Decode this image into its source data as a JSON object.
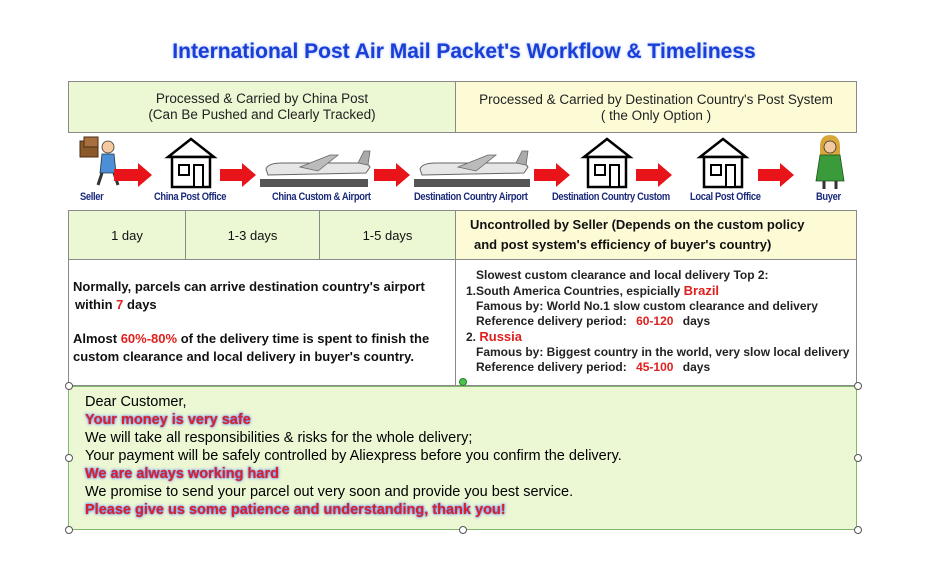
{
  "title": "International Post Air Mail Packet's Workflow & Timeliness",
  "header": {
    "left_line1": "Processed & Carried by China Post",
    "left_line2": "(Can Be Pushed and Clearly Tracked)",
    "right_line1": "Processed & Carried by Destination Country's Post System",
    "right_line2": "( the Only Option )"
  },
  "flow": {
    "steps": [
      "Seller",
      "China Post Office",
      "China Custom & Airport",
      "Destination Country Airport",
      "Destination Country Custom",
      "Local Post Office",
      "Buyer"
    ],
    "arrow_color": "#e8141a"
  },
  "timeline": {
    "d1": "1 day",
    "d2": "1-3 days",
    "d3": "1-5 days",
    "uncontrolled_line1": "Uncontrolled by Seller (Depends on the custom policy",
    "uncontrolled_line2": "and post system's efficiency of buyer's country)"
  },
  "left_info": {
    "p1_a": "Normally, parcels can arrive destination country's airport",
    "p1_b": "within",
    "p1_num": "7",
    "p1_c": "days",
    "p2_a": "Almost",
    "p2_pct": "60%-80%",
    "p2_b": "of the delivery time is spent to finish the",
    "p2_c": "custom clearance and local delivery in buyer's country."
  },
  "right_info": {
    "heading": "Slowest custom clearance and local delivery Top 2:",
    "item1_a": "1.South America Countries, espicially",
    "item1_country": "Brazil",
    "item1_famous": "Famous by:  World No.1 slow custom clearance and delivery",
    "item1_ref": "Reference delivery period:",
    "item1_period": "60-120",
    "item1_unit": "days",
    "item2_num": "2.",
    "item2_country": "Russia",
    "item2_famous": "Famous by: Biggest country in the world, very slow local delivery",
    "item2_ref": "Reference delivery period:",
    "item2_period": "45-100",
    "item2_unit": "days"
  },
  "letter": {
    "greeting": "Dear Customer,",
    "l1": "Your money is very safe",
    "l2": "We will take all responsibilities & risks for the whole delivery;",
    "l3": "Your payment will be safely controlled by Aliexpress before you confirm the delivery.",
    "l4": "We are always working hard",
    "l5": "We promise to send your parcel out very soon and provide you best service.",
    "l6": "Please give us some patience and understanding, thank you!"
  }
}
